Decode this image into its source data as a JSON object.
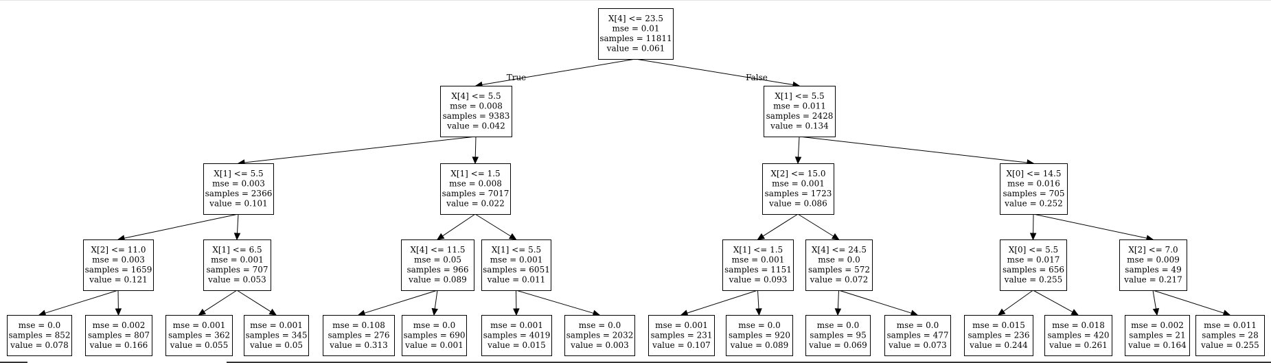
{
  "tree": {
    "edge_labels": {
      "true_label": "True",
      "false_label": "False"
    },
    "nodes": [
      {
        "id": "n0",
        "lines": [
          "X[4] <= 23.5",
          "mse = 0.01",
          "samples = 11811",
          "value = 0.061"
        ]
      },
      {
        "id": "n1",
        "lines": [
          "X[4] <= 5.5",
          "mse = 0.008",
          "samples = 9383",
          "value = 0.042"
        ]
      },
      {
        "id": "n2",
        "lines": [
          "X[1] <= 5.5",
          "mse = 0.011",
          "samples = 2428",
          "value = 0.134"
        ]
      },
      {
        "id": "n3",
        "lines": [
          "X[1] <= 5.5",
          "mse = 0.003",
          "samples = 2366",
          "value = 0.101"
        ]
      },
      {
        "id": "n4",
        "lines": [
          "X[1] <= 1.5",
          "mse = 0.008",
          "samples = 7017",
          "value = 0.022"
        ]
      },
      {
        "id": "n5",
        "lines": [
          "X[2] <= 15.0",
          "mse = 0.001",
          "samples = 1723",
          "value = 0.086"
        ]
      },
      {
        "id": "n6",
        "lines": [
          "X[0] <= 14.5",
          "mse = 0.016",
          "samples = 705",
          "value = 0.252"
        ]
      },
      {
        "id": "n7",
        "lines": [
          "X[2] <= 11.0",
          "mse = 0.003",
          "samples = 1659",
          "value = 0.121"
        ]
      },
      {
        "id": "n8",
        "lines": [
          "X[1] <= 6.5",
          "mse = 0.001",
          "samples = 707",
          "value = 0.053"
        ]
      },
      {
        "id": "n9",
        "lines": [
          "X[4] <= 11.5",
          "mse = 0.05",
          "samples = 966",
          "value = 0.089"
        ]
      },
      {
        "id": "n10",
        "lines": [
          "X[1] <= 5.5",
          "mse = 0.001",
          "samples = 6051",
          "value = 0.011"
        ]
      },
      {
        "id": "n11",
        "lines": [
          "X[1] <= 1.5",
          "mse = 0.001",
          "samples = 1151",
          "value = 0.093"
        ]
      },
      {
        "id": "n12",
        "lines": [
          "X[4] <= 24.5",
          "mse = 0.0",
          "samples = 572",
          "value = 0.072"
        ]
      },
      {
        "id": "n13",
        "lines": [
          "X[0] <= 5.5",
          "mse = 0.017",
          "samples = 656",
          "value = 0.255"
        ]
      },
      {
        "id": "n14",
        "lines": [
          "X[2] <= 7.0",
          "mse = 0.009",
          "samples = 49",
          "value = 0.217"
        ]
      },
      {
        "id": "n15",
        "lines": [
          "mse = 0.0",
          "samples = 852",
          "value = 0.078"
        ]
      },
      {
        "id": "n16",
        "lines": [
          "mse = 0.002",
          "samples = 807",
          "value = 0.166"
        ]
      },
      {
        "id": "n17",
        "lines": [
          "mse = 0.001",
          "samples = 362",
          "value = 0.055"
        ]
      },
      {
        "id": "n18",
        "lines": [
          "mse = 0.001",
          "samples = 345",
          "value = 0.05"
        ]
      },
      {
        "id": "n19",
        "lines": [
          "mse = 0.108",
          "samples = 276",
          "value = 0.313"
        ]
      },
      {
        "id": "n20",
        "lines": [
          "mse = 0.0",
          "samples = 690",
          "value = 0.001"
        ]
      },
      {
        "id": "n21",
        "lines": [
          "mse = 0.001",
          "samples = 4019",
          "value = 0.015"
        ]
      },
      {
        "id": "n22",
        "lines": [
          "mse = 0.0",
          "samples = 2032",
          "value = 0.003"
        ]
      },
      {
        "id": "n23",
        "lines": [
          "mse = 0.001",
          "samples = 231",
          "value = 0.107"
        ]
      },
      {
        "id": "n24",
        "lines": [
          "mse = 0.0",
          "samples = 920",
          "value = 0.089"
        ]
      },
      {
        "id": "n25",
        "lines": [
          "mse = 0.0",
          "samples = 95",
          "value = 0.069"
        ]
      },
      {
        "id": "n26",
        "lines": [
          "mse = 0.0",
          "samples = 477",
          "value = 0.073"
        ]
      },
      {
        "id": "n27",
        "lines": [
          "mse = 0.015",
          "samples = 236",
          "value = 0.244"
        ]
      },
      {
        "id": "n28",
        "lines": [
          "mse = 0.018",
          "samples = 420",
          "value = 0.261"
        ]
      },
      {
        "id": "n29",
        "lines": [
          "mse = 0.002",
          "samples = 21",
          "value = 0.164"
        ]
      },
      {
        "id": "n30",
        "lines": [
          "mse = 0.011",
          "samples = 28",
          "value = 0.255"
        ]
      }
    ],
    "edges": [
      [
        "n0",
        "n1"
      ],
      [
        "n0",
        "n2"
      ],
      [
        "n1",
        "n3"
      ],
      [
        "n1",
        "n4"
      ],
      [
        "n2",
        "n5"
      ],
      [
        "n2",
        "n6"
      ],
      [
        "n3",
        "n7"
      ],
      [
        "n3",
        "n8"
      ],
      [
        "n4",
        "n9"
      ],
      [
        "n4",
        "n10"
      ],
      [
        "n5",
        "n11"
      ],
      [
        "n5",
        "n12"
      ],
      [
        "n6",
        "n13"
      ],
      [
        "n6",
        "n14"
      ],
      [
        "n7",
        "n15"
      ],
      [
        "n7",
        "n16"
      ],
      [
        "n8",
        "n17"
      ],
      [
        "n8",
        "n18"
      ],
      [
        "n9",
        "n19"
      ],
      [
        "n9",
        "n20"
      ],
      [
        "n10",
        "n21"
      ],
      [
        "n10",
        "n22"
      ],
      [
        "n11",
        "n23"
      ],
      [
        "n11",
        "n24"
      ],
      [
        "n12",
        "n25"
      ],
      [
        "n12",
        "n26"
      ],
      [
        "n13",
        "n27"
      ],
      [
        "n13",
        "n28"
      ],
      [
        "n14",
        "n29"
      ],
      [
        "n14",
        "n30"
      ]
    ]
  }
}
